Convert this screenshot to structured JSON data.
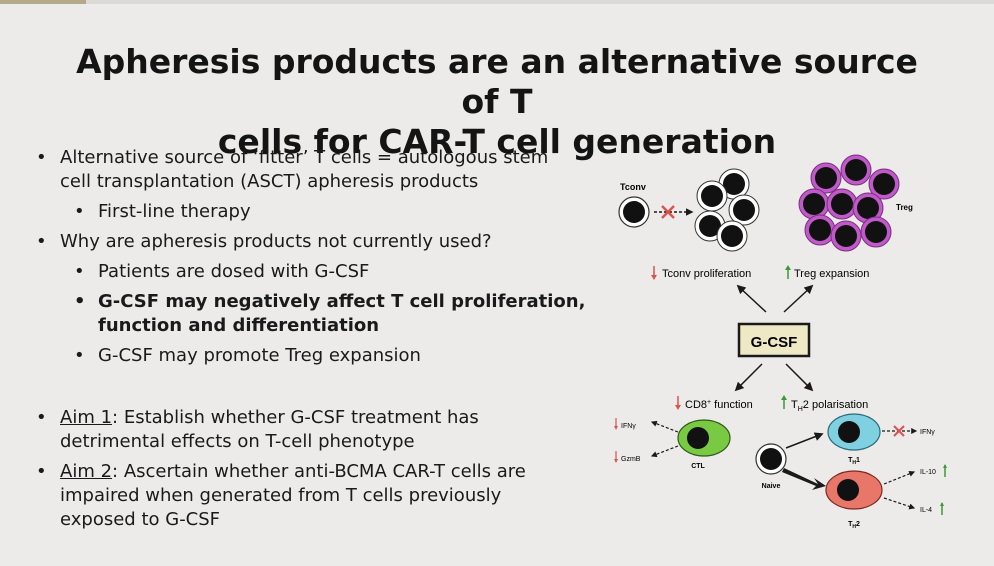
{
  "slide": {
    "title_line1": "Apheresis products are an alternative source of T",
    "title_line2": "cells for CAR-T cell generation"
  },
  "bullets": {
    "b1": "Alternative source of ‘fitter’ T cells = autologous stem",
    "b1_line2": "cell transplantation (ASCT) apheresis products",
    "b1_sub1": "First-line therapy",
    "b2": "Why are apheresis products not currently used?",
    "b2_sub1": "Patients are dosed with G-CSF",
    "b2_sub2": "G-CSF may negatively affect T cell proliferation,",
    "b2_sub2_line2": "function and differentiation",
    "b2_sub3": "G-CSF may promote Treg expansion",
    "aim1_label": "Aim 1",
    "aim1_text": ": Establish whether G-CSF treatment has",
    "aim1_line2": "detrimental effects on T-cell phenotype",
    "aim2_label": "Aim 2",
    "aim2_text": ": Ascertain whether anti-BCMA CAR-T cells are",
    "aim2_line2": "impaired when generated from T cells previously",
    "aim2_line3": "exposed to G-CSF"
  },
  "diagram": {
    "tconv": "Tconv",
    "treg": "Treg",
    "tconv_prolif": "Tconv proliferation",
    "treg_exp": "Treg expansion",
    "gcsf": "G-CSF",
    "cd8_pre": "CD8",
    "cd8_sup": "+",
    "cd8_post": " function",
    "th2_pol_pre": "T",
    "th2_pol_sub": "H",
    "th2_pol_post": "2 polarisation",
    "ifng_left": "IFNγ",
    "gzmb": "GzmB",
    "ctl": "CTL",
    "naive": "Naive",
    "th1_pre": "T",
    "th1_sub": "H",
    "th1_post": "1",
    "th2_pre": "T",
    "th2_sub": "H",
    "th2_post": "2",
    "ifng_right": "IFNγ",
    "il10": "IL-10",
    "il4": "IL-4",
    "colors": {
      "down_arrow": "#d9534f",
      "up_arrow": "#3a9a3a",
      "treg_ring": "#c05ac8",
      "ctl_fill": "#7ac943",
      "th1_fill": "#7fd0e0",
      "th2_fill": "#e8776a",
      "gcsf_box": "#efe8c4"
    }
  }
}
